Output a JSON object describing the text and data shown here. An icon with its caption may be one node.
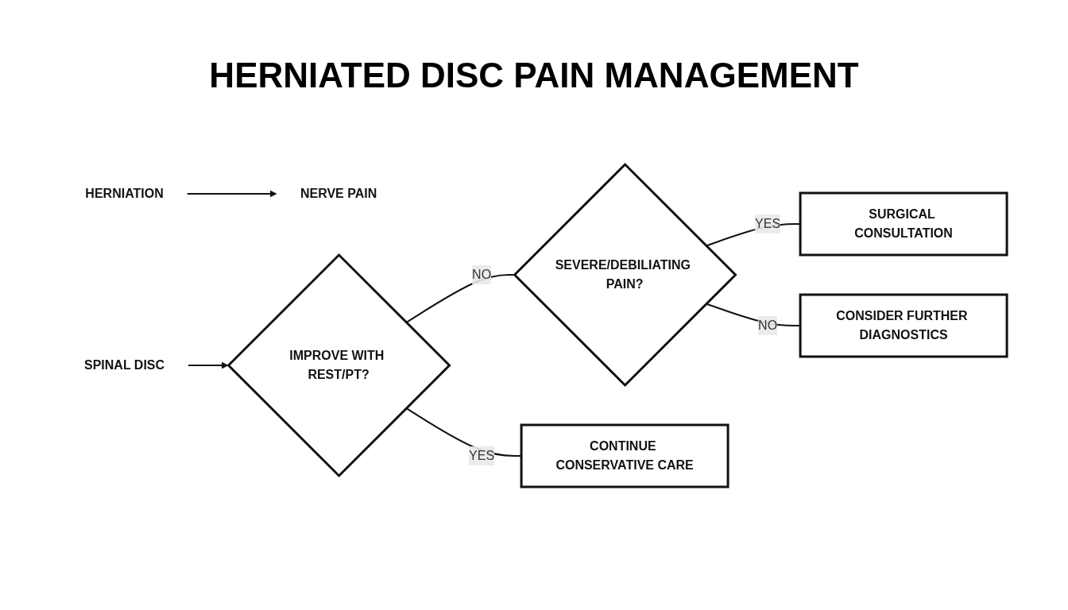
{
  "diagram": {
    "title": "HERNIATED DISC PAIN MANAGEMENT",
    "nodes": [
      {
        "text": [
          "HERNIATION"
        ]
      },
      {
        "text": [
          "NERVE PAIN"
        ]
      },
      {
        "text": [
          "SPINAL DISC"
        ]
      },
      {
        "text": [
          "IMPROVE WITH REST/PT?"
        ]
      },
      {
        "text": [
          "SEVERE/DEBILIATING PAIN?"
        ]
      },
      {
        "text": [
          "SURGICAL CONSULTATION"
        ]
      },
      {
        "text": [
          "CONTINUE CONSERVATIVE CARE"
        ]
      },
      {
        "text": [
          "CONSIDER FURTHER DIAGNOSTICS"
        ]
      }
    ],
    "edges": [
      {
        "from": 0,
        "to": 1,
        "arrow": "to"
      },
      {
        "from": 2,
        "to": 3,
        "arrow": "to"
      },
      {
        "from": 3,
        "to": 4,
        "arrow": "none",
        "label": "NO"
      },
      {
        "from": 4,
        "to": 5,
        "arrow": "none",
        "label": "YES"
      },
      {
        "from": 3,
        "to": 6,
        "arrow": "none",
        "label": "YES"
      },
      {
        "from": 4,
        "to": 7,
        "arrow": "none",
        "label": "NO"
      }
    ]
  }
}
